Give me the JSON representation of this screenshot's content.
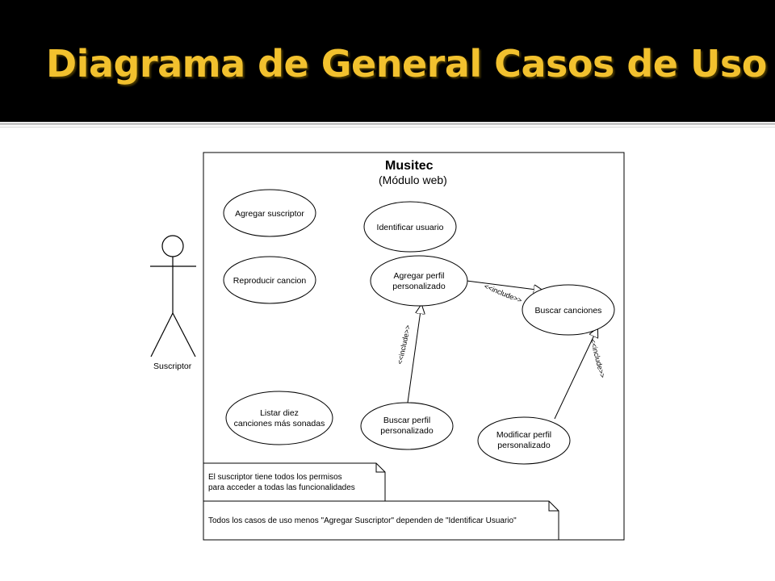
{
  "slide": {
    "title": "Diagrama de General Casos de Uso",
    "title_color": "#f2c12e",
    "header_bg": "#000000"
  },
  "diagram": {
    "system_name": "Musitec",
    "system_subtitle": "(Módulo web)",
    "actor": {
      "name": "Suscriptor"
    },
    "use_cases": {
      "agregar_suscriptor": "Agregar suscriptor",
      "identificar_usuario": "Identificar usuario",
      "reproducir_cancion": "Reproducir cancion",
      "agregar_perfil": [
        "Agregar perfil",
        "personalizado"
      ],
      "buscar_canciones": "Buscar canciones",
      "listar_diez": [
        "Listar diez",
        "canciones más sonadas"
      ],
      "buscar_perfil": [
        "Buscar perfil",
        "personalizado"
      ],
      "modificar_perfil": [
        "Modificar perfil",
        "personalizado"
      ]
    },
    "include_label": "<<include>>",
    "notes": {
      "note1": [
        "El suscriptor tiene todos los permisos",
        "para acceder a todas las funcionalidades"
      ],
      "note2": "Todos los casos de uso menos \"Agregar Suscriptor\" dependen de \"Identificar Usuario\""
    }
  }
}
